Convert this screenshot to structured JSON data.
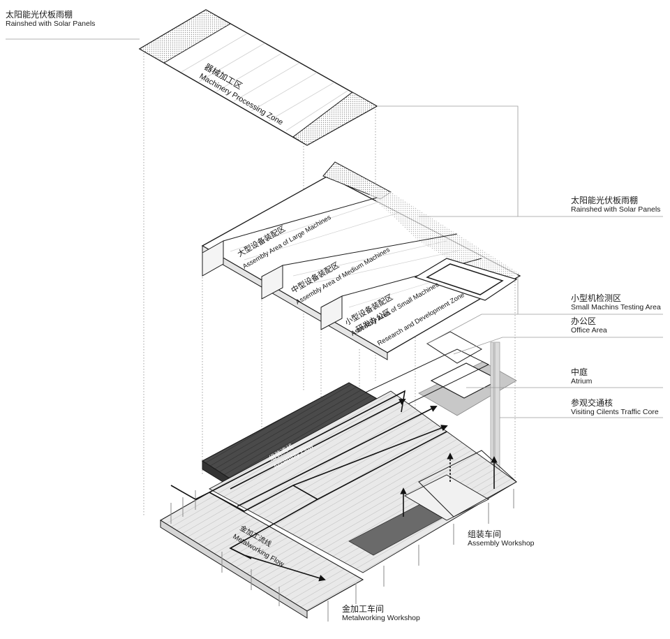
{
  "labels": {
    "roof_top": {
      "zh": "太阳能光伏板雨棚",
      "en": "Rainshed with Solar Panels"
    },
    "roof_right": {
      "zh": "太阳能光伏板雨棚",
      "en": "Rainshed with Solar Panels"
    },
    "small_testing": {
      "zh": "小型机检测区",
      "en": "Small Machins Testing Area"
    },
    "office": {
      "zh": "办公区",
      "en": "Office Area"
    },
    "atrium": {
      "zh": "中庭",
      "en": "Atrium"
    },
    "traffic_core": {
      "zh": "参观交通核",
      "en": "Visiting Cilents Traffic Core"
    },
    "assembly_workshop": {
      "zh": "组装车间",
      "en": "Assembly Workshop"
    },
    "metal_workshop": {
      "zh": "金加工车间",
      "en": "Metalworking Workshop"
    }
  },
  "zones": {
    "machinery": {
      "zh": "器械加工区",
      "en": "Machinery Processing Zone"
    },
    "large": {
      "zh": "大型设备装配区",
      "en": "Assembly Area of Large Machines"
    },
    "medium": {
      "zh": "中型设备装配区",
      "en": "Assembly Area of Medium Machines"
    },
    "small": {
      "zh": "小型设备装配区",
      "en": "Assembly Area of Small Machines"
    },
    "rnd": {
      "zh": "研发办公区",
      "en": "Research and Development Zone"
    }
  },
  "flows": {
    "assembly": {
      "zh": "组装流线",
      "en": "Assembly Flow"
    },
    "metal": {
      "zh": "金加工流线",
      "en": "Metalworking Flow"
    }
  },
  "colors": {
    "line": "#1a1a1a",
    "leader": "#999999",
    "dark_block": "#555555",
    "mid_gray": "#c8c8c8",
    "light_gray": "#e6e6e6",
    "dotted_fill": "#d8d8d8"
  }
}
